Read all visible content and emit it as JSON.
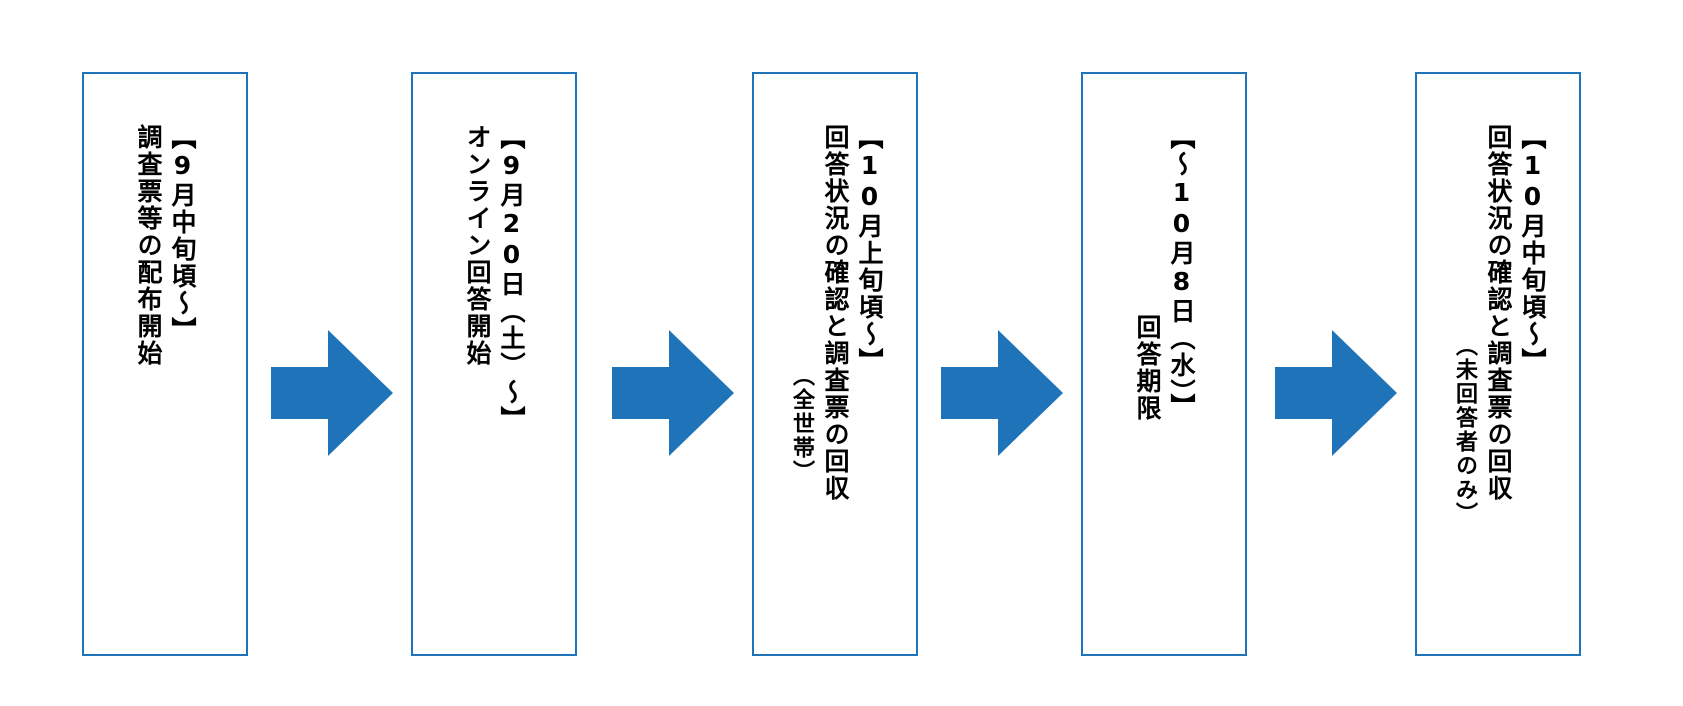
{
  "colors": {
    "box_border": "#1f73b8",
    "arrow": "#1f73b8"
  },
  "steps": [
    {
      "date": "【9月中旬頃～】",
      "desc": "調査票等の配布開始",
      "note": ""
    },
    {
      "date": "【9月20日（土）～】",
      "desc": "オンライン回答開始",
      "note": ""
    },
    {
      "date": "【10月上旬頃～】",
      "desc": "回答状況の確認と調査票の回収",
      "note": "（全世帯）"
    },
    {
      "date": "【～10月8日（水）】",
      "desc": "回答期限",
      "note": ""
    },
    {
      "date": "【10月中旬頃～】",
      "desc": "回答状況の確認と調査票の回収",
      "note": "（未回答者のみ）"
    }
  ]
}
